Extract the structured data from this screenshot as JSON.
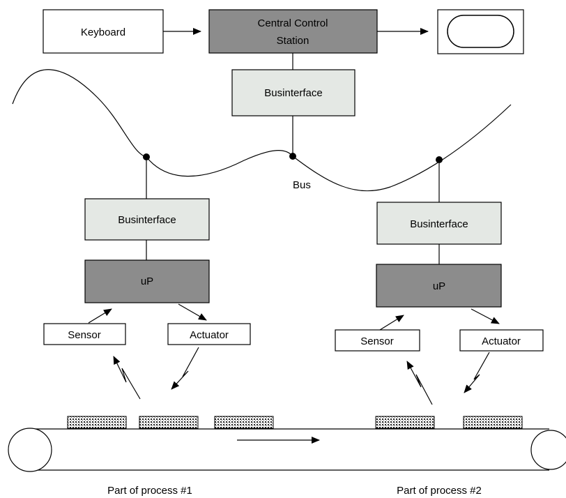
{
  "diagram": {
    "keyboard_label": "Keyboard",
    "central_station_label_line1": "Central Control",
    "central_station_label_line2": "Station",
    "bus_interface_label": "Businterface",
    "bus_label": "Bus",
    "processor_label": "uP",
    "sensor_label": "Sensor",
    "actuator_label": "Actuator",
    "process1_label": "Part of process #1",
    "process2_label": "Part of process #2"
  },
  "colors": {
    "central_station_fill": "#8c8c8c",
    "processor_fill": "#8c8c8c",
    "bus_interface_fill": "#e4e8e4",
    "line": "#000000",
    "background": "#ffffff"
  },
  "icons": {
    "display": "monitor-icon",
    "conveyor": "conveyor-belt-icon",
    "lightning": "lightning-signal-icon"
  }
}
